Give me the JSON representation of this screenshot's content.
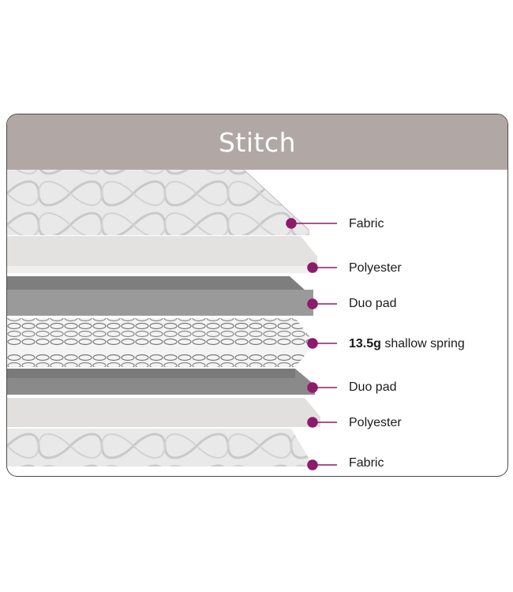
{
  "header": {
    "title": "Stitch"
  },
  "accent_color": "#8e1a6b",
  "layers": [
    {
      "name": "fabric-top",
      "label": "Fabric"
    },
    {
      "name": "polyester-top",
      "label": "Polyester"
    },
    {
      "name": "duo-pad-top",
      "label": "Duo pad"
    },
    {
      "name": "spring",
      "label_bold": "13.5g",
      "label": " shallow spring"
    },
    {
      "name": "duo-pad-bottom",
      "label": "Duo pad"
    },
    {
      "name": "polyester-bottom",
      "label": "Polyester"
    },
    {
      "name": "fabric-bottom",
      "label": "Fabric"
    }
  ]
}
